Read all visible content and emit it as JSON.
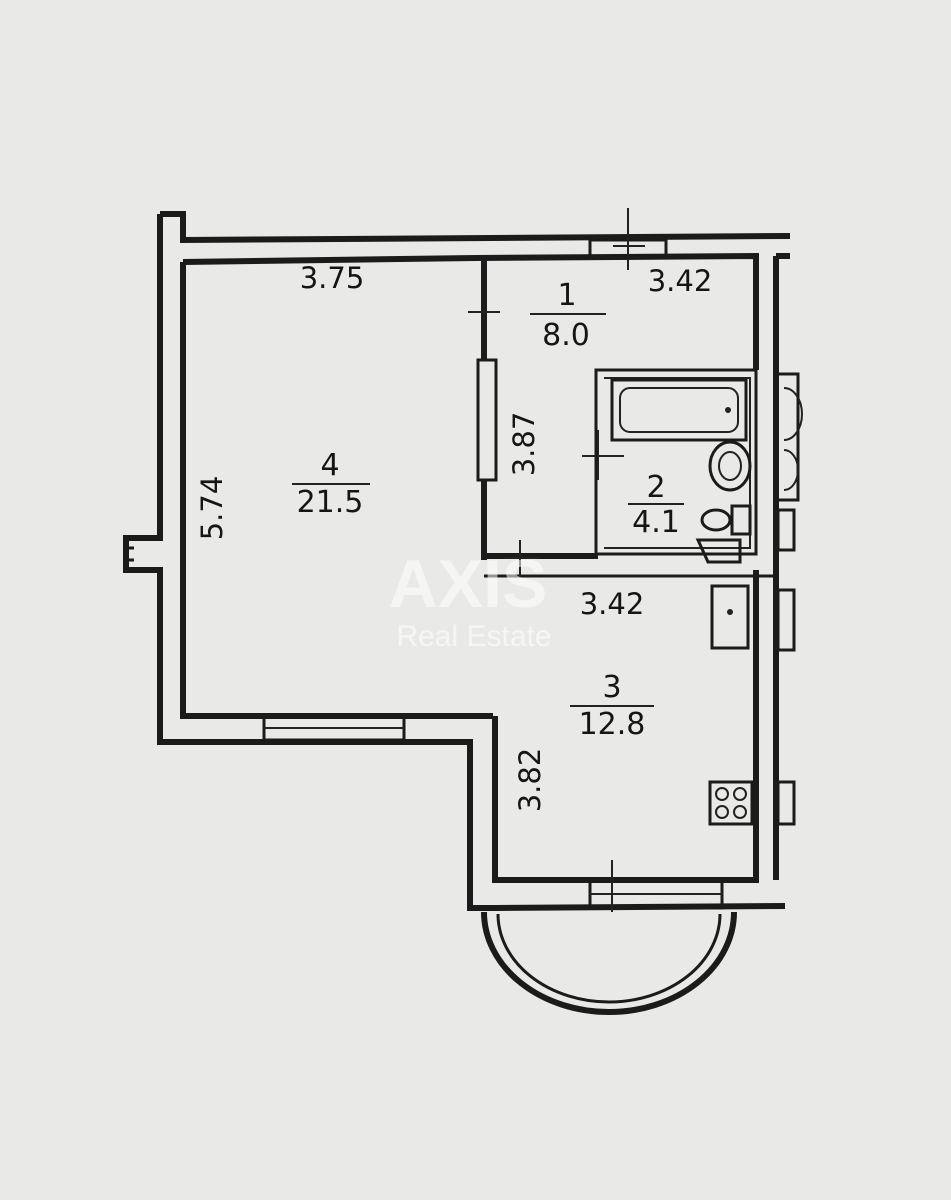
{
  "rooms": [
    {
      "number": "1",
      "area": "8.0"
    },
    {
      "number": "2",
      "area": "4.1"
    },
    {
      "number": "3",
      "area": "12.8"
    },
    {
      "number": "4",
      "area": "21.5"
    }
  ],
  "dimensions": {
    "room4_width": "3.75",
    "room4_length": "5.74",
    "hall_width": "3.42",
    "hall_length": "3.87",
    "kitchen_width": "3.42",
    "kitchen_length": "3.82"
  },
  "watermark": {
    "brand": "AXIS",
    "subtitle": "Real Estate"
  }
}
